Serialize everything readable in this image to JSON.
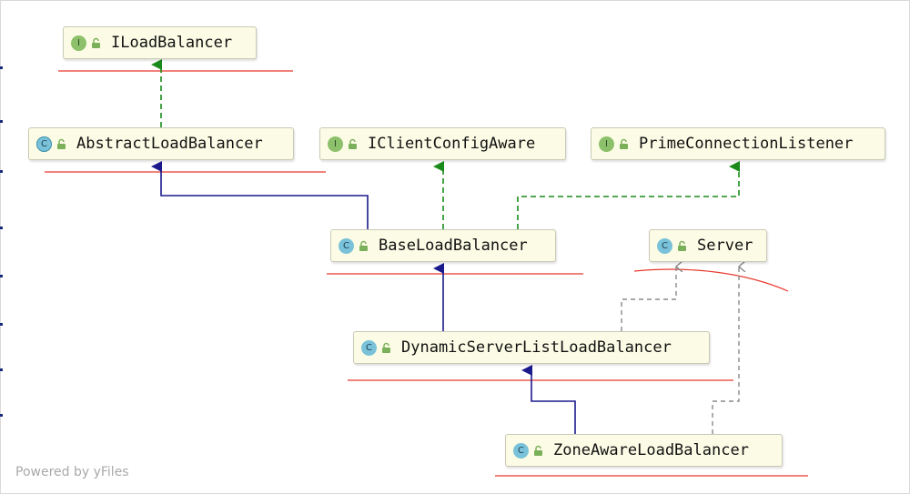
{
  "diagram": {
    "footer_text": "Powered by yFiles",
    "colors": {
      "node_fill": "#fcfce6",
      "inheritance_edge": "#1a1a8c",
      "implements_edge": "#1a8a1a",
      "dependency_edge": "#8a8a8a",
      "annotation_underline": "#e8392c"
    },
    "nodes": [
      {
        "id": "iloadbalancer",
        "name": "ILoadBalancer",
        "kind": "interface",
        "badge": "I",
        "icon": "interface-icon"
      },
      {
        "id": "abstractloadbalancer",
        "name": "AbstractLoadBalancer",
        "kind": "abstract-class",
        "badge": "C",
        "icon": "abstract-class-icon"
      },
      {
        "id": "iclientconfigaware",
        "name": "IClientConfigAware",
        "kind": "interface",
        "badge": "I",
        "icon": "interface-icon"
      },
      {
        "id": "primeconnectionlistener",
        "name": "PrimeConnectionListener",
        "kind": "interface",
        "badge": "I",
        "icon": "interface-icon"
      },
      {
        "id": "baseloadbalancer",
        "name": "BaseLoadBalancer",
        "kind": "class",
        "badge": "C",
        "icon": "class-icon"
      },
      {
        "id": "server",
        "name": "Server",
        "kind": "class",
        "badge": "C",
        "icon": "class-icon"
      },
      {
        "id": "dynamicserverlistloadbalancer",
        "name": "DynamicServerListLoadBalancer",
        "kind": "class",
        "badge": "C",
        "icon": "class-icon"
      },
      {
        "id": "zoneawareloadbalancer",
        "name": "ZoneAwareLoadBalancer",
        "kind": "class",
        "badge": "C",
        "icon": "class-icon"
      }
    ],
    "edges": [
      {
        "from": "abstractloadbalancer",
        "to": "iloadbalancer",
        "type": "implements"
      },
      {
        "from": "baseloadbalancer",
        "to": "abstractloadbalancer",
        "type": "extends"
      },
      {
        "from": "baseloadbalancer",
        "to": "iclientconfigaware",
        "type": "implements"
      },
      {
        "from": "baseloadbalancer",
        "to": "primeconnectionlistener",
        "type": "implements"
      },
      {
        "from": "dynamicserverlistloadbalancer",
        "to": "baseloadbalancer",
        "type": "extends"
      },
      {
        "from": "dynamicserverlistloadbalancer",
        "to": "server",
        "type": "depends"
      },
      {
        "from": "zoneawareloadbalancer",
        "to": "dynamicserverlistloadbalancer",
        "type": "extends"
      },
      {
        "from": "zoneawareloadbalancer",
        "to": "server",
        "type": "depends"
      }
    ]
  }
}
